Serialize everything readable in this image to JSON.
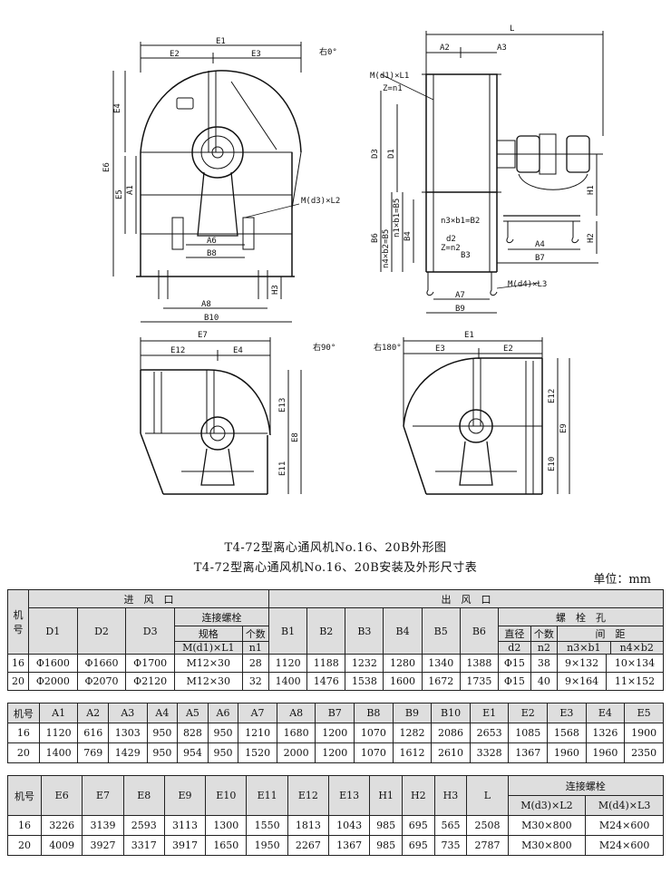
{
  "drawing_labels": {
    "front": {
      "E1": "E1",
      "E2": "E2",
      "E3": "E3",
      "angle": "右0°",
      "E4": "E4",
      "E6": "E6",
      "E5": "E5",
      "A1": "A1",
      "Md3L2": "M(d3)×L2",
      "A6": "A6",
      "B8": "B8",
      "A8": "A8",
      "B10": "B10",
      "H3": "H3"
    },
    "side": {
      "L": "L",
      "A2": "A2",
      "A3": "A3",
      "Md1L1": "M(d1)×L1",
      "Zn1": "Z=n1",
      "D3": "D3",
      "D1": "D1",
      "H1": "H1",
      "B6": "B6",
      "B4": "B4",
      "B5": "n1×b1=B5",
      "B3": "B3",
      "d2": "d2",
      "Zn2": "Z=n2",
      "n3b1": "n3×b1=B2",
      "n4b2": "n4×b2=B5",
      "A4": "A4",
      "B7": "B7",
      "H2": "H2",
      "Md4L3": "M(d4)×L3",
      "A7": "A7",
      "B9": "B9"
    },
    "v90": {
      "E7": "E7",
      "E12": "E12",
      "E4": "E4",
      "angle": "右90°",
      "E13": "E13",
      "E8": "E8",
      "E11": "E11"
    },
    "v180": {
      "angle": "右180°",
      "E1": "E1",
      "E3": "E3",
      "E2": "E2",
      "E12": "E12",
      "E9": "E9",
      "E10": "E10"
    }
  },
  "caption1": "T4-72型离心通风机No.16、20B外形图",
  "caption2": "T4-72型离心通风机No.16、20B安装及外形尺寸表",
  "unit": "单位：mm",
  "table1": {
    "jihao": "机号",
    "inlet": "进　风　口",
    "outlet": "出　风　口",
    "bolt": "连接螺栓",
    "spec": "规格",
    "count": "个数",
    "hole": "螺　栓　孔",
    "diam": "直径",
    "hcount": "个数",
    "spacing": "间　距",
    "cols": [
      "D1",
      "D2",
      "D3",
      "M(d1)×L1",
      "n1",
      "B1",
      "B2",
      "B3",
      "B4",
      "B5",
      "B6",
      "d2",
      "n2",
      "n3×b1",
      "n4×b2"
    ],
    "rows": [
      [
        "16",
        "Φ1600",
        "Φ1660",
        "Φ1700",
        "M12×30",
        "28",
        "1120",
        "1188",
        "1232",
        "1280",
        "1340",
        "1388",
        "Φ15",
        "38",
        "9×132",
        "10×134"
      ],
      [
        "20",
        "Φ2000",
        "Φ2070",
        "Φ2120",
        "M12×30",
        "32",
        "1400",
        "1476",
        "1538",
        "1600",
        "1672",
        "1735",
        "Φ15",
        "40",
        "9×164",
        "11×152"
      ]
    ]
  },
  "table2": {
    "header": [
      "机号",
      "A1",
      "A2",
      "A3",
      "A4",
      "A5",
      "A6",
      "A7",
      "A8",
      "B7",
      "B8",
      "B9",
      "B10",
      "E1",
      "E2",
      "E3",
      "E4",
      "E5"
    ],
    "rows": [
      [
        "16",
        "1120",
        "616",
        "1303",
        "950",
        "828",
        "950",
        "1210",
        "1680",
        "1200",
        "1070",
        "1282",
        "2086",
        "2653",
        "1085",
        "1568",
        "1326",
        "1900"
      ],
      [
        "20",
        "1400",
        "769",
        "1429",
        "950",
        "954",
        "950",
        "1520",
        "2000",
        "1200",
        "1070",
        "1612",
        "2610",
        "3328",
        "1367",
        "1960",
        "1960",
        "2350"
      ]
    ]
  },
  "table3": {
    "header": [
      "机号",
      "E6",
      "E7",
      "E8",
      "E9",
      "E10",
      "E11",
      "E12",
      "E13",
      "H1",
      "H2",
      "H3",
      "L"
    ],
    "bolt": "连接螺栓",
    "bolt_cols": [
      "M(d3)×L2",
      "M(d4)×L3"
    ],
    "rows": [
      [
        "16",
        "3226",
        "3139",
        "2593",
        "3113",
        "1300",
        "1550",
        "1813",
        "1043",
        "985",
        "695",
        "565",
        "2508",
        "M30×800",
        "M24×600"
      ],
      [
        "20",
        "4009",
        "3927",
        "3317",
        "3917",
        "1650",
        "1950",
        "2267",
        "1367",
        "985",
        "695",
        "735",
        "2787",
        "M30×800",
        "M24×600"
      ]
    ]
  }
}
